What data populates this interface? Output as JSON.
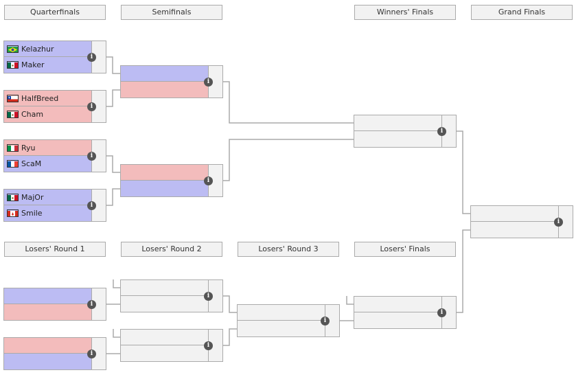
{
  "rounds": {
    "quarterfinals": "Quarterfinals",
    "semifinals": "Semifinals",
    "winners_finals": "Winners' Finals",
    "grand_finals": "Grand Finals",
    "losers_round_1": "Losers' Round 1",
    "losers_round_2": "Losers' Round 2",
    "losers_round_3": "Losers' Round 3",
    "losers_finals": "Losers' Finals"
  },
  "info_icon": "i",
  "players": {
    "p1": {
      "name": "Kelazhur",
      "flag": "brazil-flag-icon"
    },
    "p2": {
      "name": "Maker",
      "flag": "mexico-flag-icon"
    },
    "p3": {
      "name": "HalfBreed",
      "flag": "chile-flag-icon"
    },
    "p4": {
      "name": "Cham",
      "flag": "mexico-flag-icon"
    },
    "p5": {
      "name": "Ryu",
      "flag": "italy-flag-icon"
    },
    "p6": {
      "name": "ScaM",
      "flag": "france-flag-icon"
    },
    "p7": {
      "name": "MajOr",
      "flag": "mexico-flag-icon"
    },
    "p8": {
      "name": "Smile",
      "flag": "canada-flag-icon"
    }
  },
  "colors": {
    "winner": "#bcbcf3",
    "loser": "#f3bcbc",
    "empty": "#f2f2f2",
    "line": "#aaaaaa"
  }
}
